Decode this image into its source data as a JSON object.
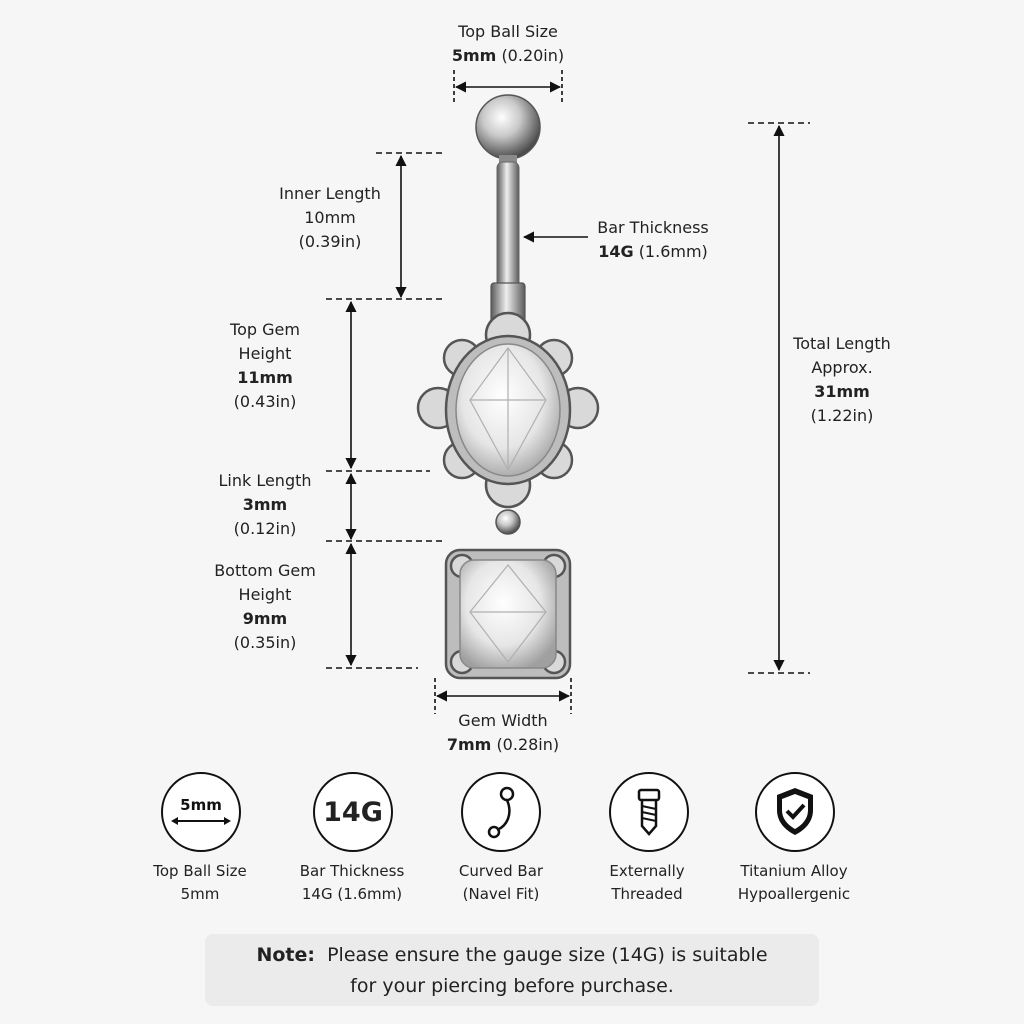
{
  "dimensions": {
    "top_ball": {
      "title": "Top Ball Size",
      "metric": "5mm",
      "imperial": "(0.20in)"
    },
    "inner_length": {
      "line1": "Inner Length",
      "line2": "10mm",
      "line3": "(0.39in)"
    },
    "bar_thickness": {
      "title": "Bar Thickness",
      "metric": "14G",
      "imperial": "(1.6mm)"
    },
    "top_gem": {
      "line1": "Top Gem",
      "line2": "Height",
      "metric": "11mm",
      "imperial": "(0.43in)"
    },
    "link_length": {
      "title": "Link Length",
      "metric": "3mm",
      "imperial": "(0.12in)"
    },
    "bottom_gem": {
      "line1": "Bottom Gem",
      "line2": "Height",
      "metric": "9mm",
      "imperial": "(0.35in)"
    },
    "gem_width": {
      "title": "Gem Width",
      "metric": "7mm",
      "imperial": "(0.28in)"
    },
    "total_length": {
      "line1": "Total Length",
      "line2": "Approx.",
      "metric": "31mm",
      "imperial": "(1.22in)"
    }
  },
  "features": [
    {
      "icon": "ball-size-icon",
      "icon_text": "5mm",
      "line1": "Top Ball Size",
      "line2": "5mm"
    },
    {
      "icon": "gauge-icon",
      "icon_text": "14G",
      "line1": "Bar Thickness",
      "line2": "14G (1.6mm)"
    },
    {
      "icon": "curved-bar-icon",
      "line1": "Curved Bar",
      "line2": "(Navel Fit)"
    },
    {
      "icon": "screw-icon",
      "line1": "Externally",
      "line2": "Threaded"
    },
    {
      "icon": "shield-check-icon",
      "line1": "Titanium Alloy",
      "line2": "Hypoallergenic"
    }
  ],
  "note": {
    "label": "Note:",
    "line1": "Please ensure the gauge size (14G) is suitable",
    "line2": "for your piercing before purchase."
  },
  "colors": {
    "ink": "#111111",
    "metal": "#9a9a9a",
    "note_bg": "#ebebeb"
  }
}
